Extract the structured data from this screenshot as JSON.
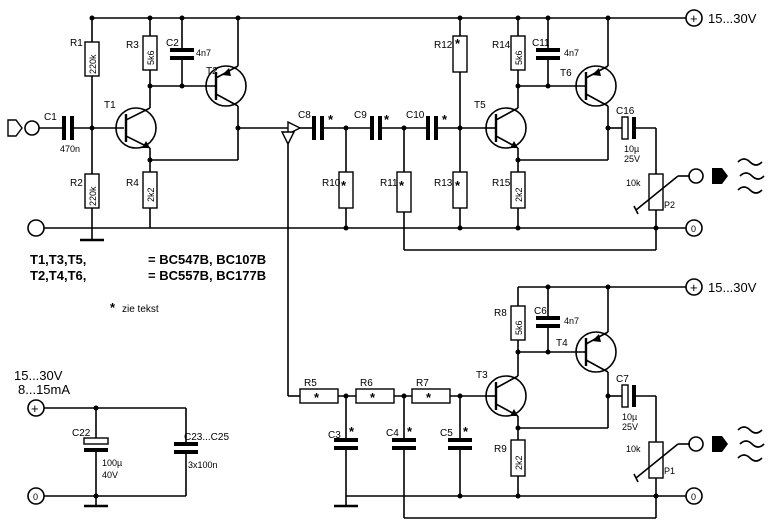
{
  "supply": {
    "top": "15...30V",
    "mid": "15...30V",
    "left_v": "15...30V",
    "left_i": "8...15mA",
    "plus": "+",
    "zero": "0"
  },
  "notes": {
    "t135_name": "T1,T3,T5,",
    "t135_type": "= BC547B, BC107B",
    "t246_name": "T2,T4,T6,",
    "t246_type": "= BC557B, BC177B",
    "star": "*",
    "zie": "zie tekst"
  },
  "components": {
    "C1": "C1",
    "C1v": "470n",
    "R1": "R1",
    "R1v": "220k",
    "R2": "R2",
    "R2v": "220k",
    "R3": "R3",
    "R3v": "5k6",
    "R4": "R4",
    "R4v": "2k2",
    "C2": "C2",
    "C2v": "4n7",
    "T1": "T1",
    "T2": "T2",
    "C8": "C8",
    "C9": "C9",
    "C10": "C10",
    "R10": "R10",
    "R11": "R11",
    "R12": "R12",
    "R13": "R13",
    "R14": "R14",
    "R14v": "5k6",
    "R15": "R15",
    "R15v": "2k2",
    "C11": "C11",
    "C11v": "4n7",
    "T5": "T5",
    "T6": "T6",
    "C16": "C16",
    "C16v1": "10µ",
    "C16v2": "25V",
    "P2": "P2",
    "P2v": "10k",
    "R5": "R5",
    "R6": "R6",
    "R7": "R7",
    "C3": "C3",
    "C4": "C4",
    "C5": "C5",
    "R8": "R8",
    "R8v": "5k6",
    "R9": "R9",
    "R9v": "2k2",
    "C6": "C6",
    "C6v": "4n7",
    "T3": "T3",
    "T4": "T4",
    "C7": "C7",
    "C7v1": "10µ",
    "C7v2": "25V",
    "P1": "P1",
    "P1v": "10k",
    "C22": "C22",
    "C22v1": "100µ",
    "C22v2": "40V",
    "C23": "C23...C25",
    "C23v": "3x100n"
  }
}
